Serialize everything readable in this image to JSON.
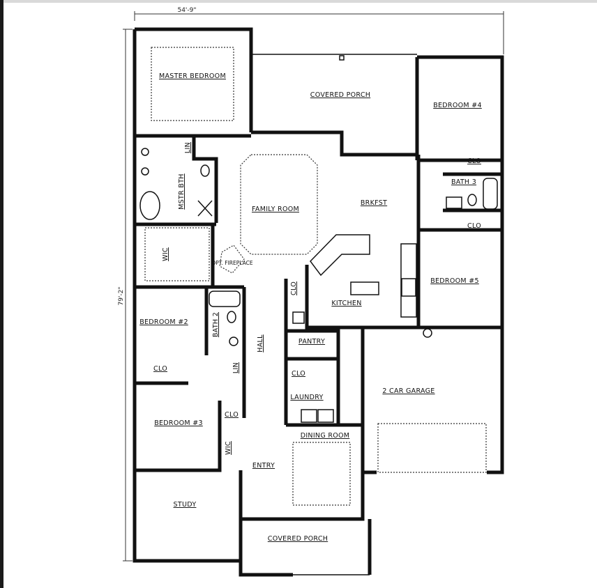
{
  "plan": {
    "overall_width": "54'-9\"",
    "overall_depth": "79'-2\"",
    "rooms": {
      "master_bedroom": "MASTER BEDROOM",
      "covered_porch_rear": "COVERED PORCH",
      "bedroom4": "BEDROOM #4",
      "clo_b4": "CLO",
      "bath3": "BATH 3",
      "clo_b5": "CLO",
      "bedroom5": "BEDROOM #5",
      "lin_master": "LIN",
      "master_bath": "MSTR BTH",
      "wic_master": "WIC",
      "family_room": "FAMILY ROOM",
      "fireplace": "OPT. FIREPLACE",
      "brkfst": "BRKFST",
      "kitchen": "KITCHEN",
      "clo_kitchen": "CLO",
      "bedroom2": "BEDROOM #2",
      "bath2": "BATH 2",
      "hall": "HALL",
      "lin_hall": "LIN",
      "clo_b2": "CLO",
      "pantry": "PANTRY",
      "clo_laundry": "CLO",
      "laundry": "LAUNDRY",
      "garage": "2 CAR GARAGE",
      "clo_b3": "CLO",
      "bedroom3": "BEDROOM #3",
      "wic_b3": "WIC",
      "entry": "ENTRY",
      "dining_room": "DINING ROOM",
      "study": "STUDY",
      "covered_porch_front": "COVERED PORCH"
    }
  }
}
